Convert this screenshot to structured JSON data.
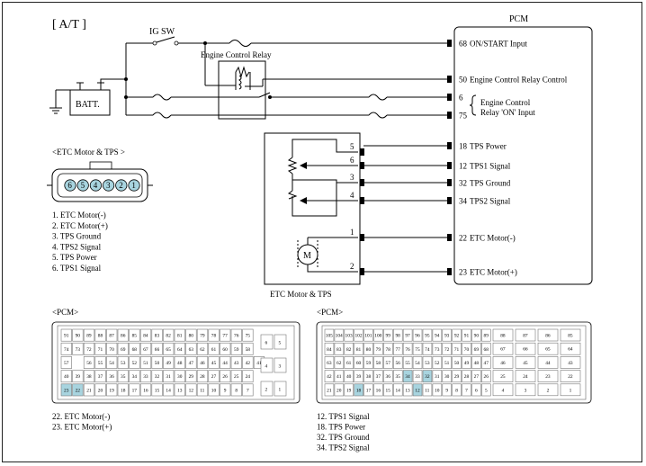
{
  "title": "[ A/T ]",
  "ig_sw": "IG SW",
  "batt": "BATT.",
  "ecr_label": "Engine Control Relay",
  "pcm_title": "PCM",
  "pcm_pins": [
    {
      "num": "68",
      "label": "ON/START Input"
    },
    {
      "num": "50",
      "label": "Engine Control Relay Control"
    },
    {
      "num": "6",
      "label": ""
    },
    {
      "num": "75",
      "label": ""
    },
    {
      "num": "18",
      "label": "TPS Power"
    },
    {
      "num": "12",
      "label": "TPS1 Signal"
    },
    {
      "num": "32",
      "label": "TPS Ground"
    },
    {
      "num": "34",
      "label": "TPS2 Signal"
    },
    {
      "num": "22",
      "label": "ETC Motor(-)"
    },
    {
      "num": "23",
      "label": "ETC Motor(+)"
    }
  ],
  "relay_on_input": [
    "Engine Control",
    "Relay 'ON' Input"
  ],
  "etc_box_label": "ETC Motor & TPS",
  "etc_pin_nums": [
    "5",
    "6",
    "3",
    "4",
    "1",
    "2"
  ],
  "motor_symbol": "M",
  "etc_connector_title": "<ETC Motor & TPS >",
  "etc_connector_pins": [
    "6",
    "5",
    "4",
    "3",
    "2",
    "1"
  ],
  "etc_legend": [
    "1. ETC Motor(-)",
    "2. ETC Motor(+)",
    "3. TPS Ground",
    "4. TPS2 Signal",
    "5. TPS Power",
    "6. TPS1 Signal"
  ],
  "pcm_left_title": "<PCM>",
  "pcm_right_title": "<PCM>",
  "pcm_left_rows": [
    [
      "91",
      "90",
      "89",
      "88",
      "87",
      "86",
      "85",
      "84",
      "83",
      "82",
      "81",
      "80",
      "79",
      "78",
      "77",
      "76",
      "75"
    ],
    [
      "74",
      "73",
      "72",
      "71",
      "70",
      "69",
      "68",
      "67",
      "66",
      "65",
      "64",
      "63",
      "62",
      "61",
      "60",
      "59",
      "58"
    ],
    [
      "57",
      "",
      "56",
      "55",
      "54",
      "53",
      "52",
      "51",
      "50",
      "49",
      "48",
      "47",
      "46",
      "45",
      "44",
      "43",
      "42",
      "41"
    ],
    [
      "40",
      "39",
      "38",
      "37",
      "36",
      "35",
      "34",
      "33",
      "32",
      "31",
      "30",
      "29",
      "28",
      "27",
      "26",
      "25",
      "24"
    ],
    [
      "23",
      "22",
      "21",
      "20",
      "19",
      "18",
      "17",
      "16",
      "15",
      "14",
      "13",
      "12",
      "11",
      "10",
      "9",
      "8",
      "7"
    ]
  ],
  "pcm_left_side": [
    "6",
    "5",
    "4",
    "3",
    "2",
    "1"
  ],
  "pcm_left_highlight": [
    "22",
    "23"
  ],
  "pcm_right_rows": [
    [
      "105",
      "104",
      "103",
      "102",
      "101",
      "100",
      "99",
      "98",
      "97",
      "96",
      "95",
      "94",
      "93",
      "92",
      "91",
      "90",
      "89"
    ],
    [
      "84",
      "83",
      "82",
      "81",
      "80",
      "79",
      "78",
      "77",
      "76",
      "75",
      "74",
      "73",
      "72",
      "71",
      "70",
      "69",
      "68"
    ],
    [
      "63",
      "62",
      "61",
      "60",
      "59",
      "58",
      "57",
      "56",
      "55",
      "54",
      "53",
      "52",
      "51",
      "50",
      "49",
      "48",
      "47"
    ],
    [
      "42",
      "41",
      "40",
      "39",
      "38",
      "37",
      "36",
      "35",
      "34",
      "33",
      "32",
      "31",
      "30",
      "29",
      "28",
      "27",
      "26"
    ],
    [
      "21",
      "20",
      "19",
      "18",
      "17",
      "16",
      "15",
      "14",
      "13",
      "12",
      "11",
      "10",
      "9",
      "8",
      "7",
      "6",
      "5"
    ]
  ],
  "pcm_right_side": [
    [
      "88",
      "87",
      "86",
      "85"
    ],
    [
      "67",
      "66",
      "65",
      "64"
    ],
    [
      "46",
      "45",
      "44",
      "43"
    ],
    [
      "25",
      "24",
      "23",
      "22"
    ],
    [
      "4",
      "3",
      "2",
      "1"
    ]
  ],
  "pcm_right_highlight": [
    "12",
    "18",
    "32",
    "34"
  ],
  "pcm_left_legend": [
    "22. ETC Motor(-)",
    "23. ETC Motor(+)"
  ],
  "pcm_right_legend": [
    "12. TPS1 Signal",
    "18. TPS Power",
    "32. TPS Ground",
    "34. TPS2 Signal"
  ]
}
